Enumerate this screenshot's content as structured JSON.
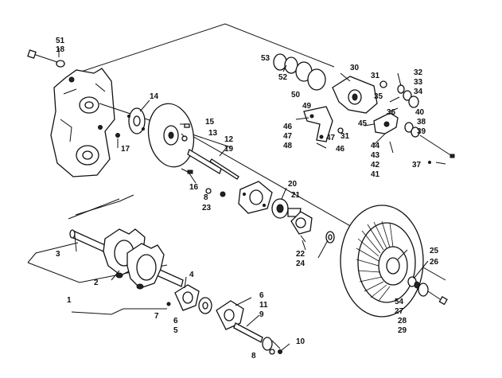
{
  "diagram": {
    "type": "exploded-parts-view",
    "callouts": {
      "c1": "1",
      "c2": "2",
      "c3": "3",
      "c4": "4",
      "c5": "5",
      "c6a": "6",
      "c6b": "6",
      "c7": "7",
      "c8a": "8",
      "c8b": "8",
      "c9": "9",
      "c10": "10",
      "c11": "11",
      "c12": "12",
      "c13": "13",
      "c14": "14",
      "c15": "15",
      "c16": "16",
      "c17": "17",
      "c18": "18",
      "c19": "19",
      "c20": "20",
      "c21": "21",
      "c22": "22",
      "c23": "23",
      "c24": "24",
      "c25": "25",
      "c26": "26",
      "c27": "27",
      "c28": "28",
      "c29": "29",
      "c30": "30",
      "c31a": "31",
      "c31b": "31",
      "c32": "32",
      "c33": "33",
      "c34": "34",
      "c35": "35",
      "c36": "36",
      "c37": "37",
      "c38": "38",
      "c39": "39",
      "c40": "40",
      "c41": "41",
      "c42": "42",
      "c43": "43",
      "c44": "44",
      "c45": "45",
      "c46a": "46",
      "c46b": "46",
      "c47a": "47",
      "c47b": "47",
      "c48": "48",
      "c49": "49",
      "c50": "50",
      "c51": "51",
      "c52": "52",
      "c53": "53",
      "c54": "54"
    }
  }
}
